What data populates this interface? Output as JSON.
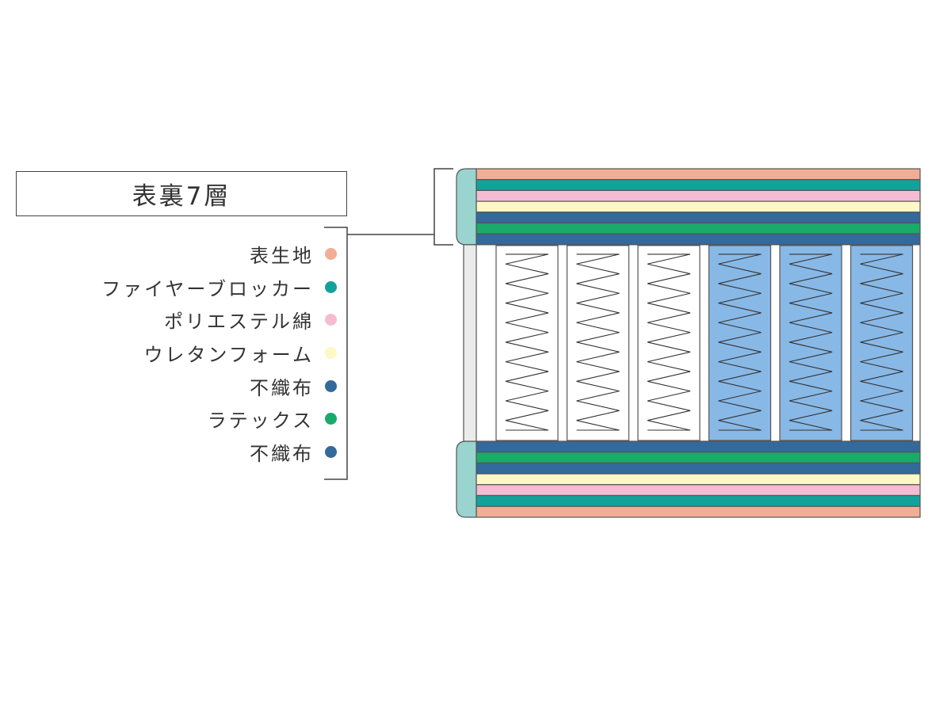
{
  "title": "表裏7層",
  "layers": [
    {
      "label": "表生地",
      "color": "#f2ad95",
      "icon": "dot-icon"
    },
    {
      "label": "ファイヤーブロッカー",
      "color": "#13a29a",
      "icon": "dot-icon"
    },
    {
      "label": "ポリエステル綿",
      "color": "#f4bcd3",
      "icon": "dot-icon"
    },
    {
      "label": "ウレタンフォーム",
      "color": "#fdf8c5",
      "icon": "dot-icon"
    },
    {
      "label": "不織布",
      "color": "#33699b",
      "icon": "dot-icon"
    },
    {
      "label": "ラテックス",
      "color": "#1aaa6a",
      "icon": "dot-icon"
    },
    {
      "label": "不織布",
      "color": "#33699b",
      "icon": "dot-icon"
    }
  ],
  "springs": {
    "count": 6,
    "colors": [
      "#ffffff",
      "#ffffff",
      "#ffffff",
      "#88b8e6",
      "#88b8e6",
      "#88b8e6"
    ]
  },
  "colors": {
    "edge": "#99d4cf",
    "outline": "#555555",
    "side": "#ebebeb"
  }
}
